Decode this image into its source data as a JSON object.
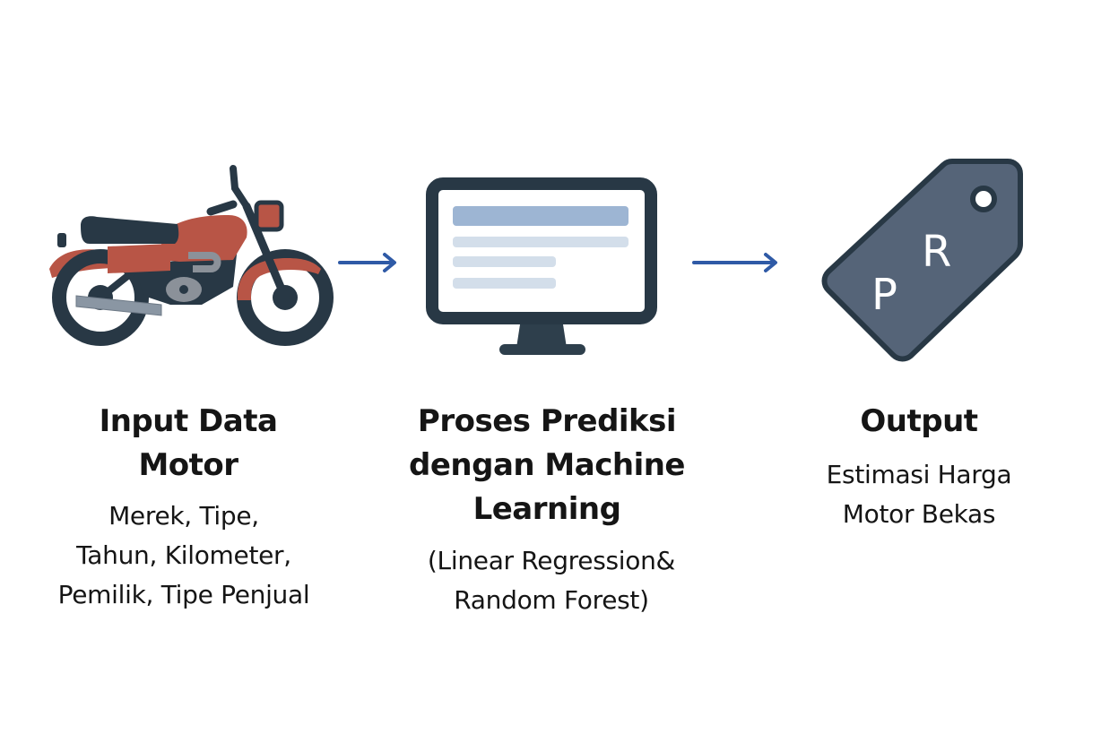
{
  "colors": {
    "arrow": "#2f5aa6",
    "icon_dark": "#283845",
    "motor_red": "#b85546",
    "screen_bar_main": "#9db5d3",
    "screen_bar_light": "#d3deea",
    "tag_fill": "#556478",
    "text": "#151515"
  },
  "steps": [
    {
      "icon": "motorcycle-icon",
      "title_lines": [
        "Input Data",
        "Motor"
      ],
      "desc_lines": [
        "Merek, Tipe,",
        "Tahun, Kilometer,",
        "Pemilik, Tipe Penjual"
      ]
    },
    {
      "icon": "monitor-icon",
      "title_lines": [
        "Proses Prediksi",
        "dengan Machine",
        "Learning"
      ],
      "desc_lines": [
        "(Linear Regression&",
        "Random Forest)"
      ]
    },
    {
      "icon": "price-tag-icon",
      "icon_text": [
        "P",
        "R"
      ],
      "title_lines": [
        "Output"
      ],
      "desc_lines": [
        "Estimasi Harga",
        "Motor Bekas"
      ]
    }
  ],
  "arrows": [
    {
      "from": "Input Data Motor",
      "to": "Proses Prediksi dengan Machine Learning",
      "icon": "arrow-right-icon"
    },
    {
      "from": "Proses Prediksi dengan Machine Learning",
      "to": "Output",
      "icon": "arrow-right-icon"
    }
  ]
}
